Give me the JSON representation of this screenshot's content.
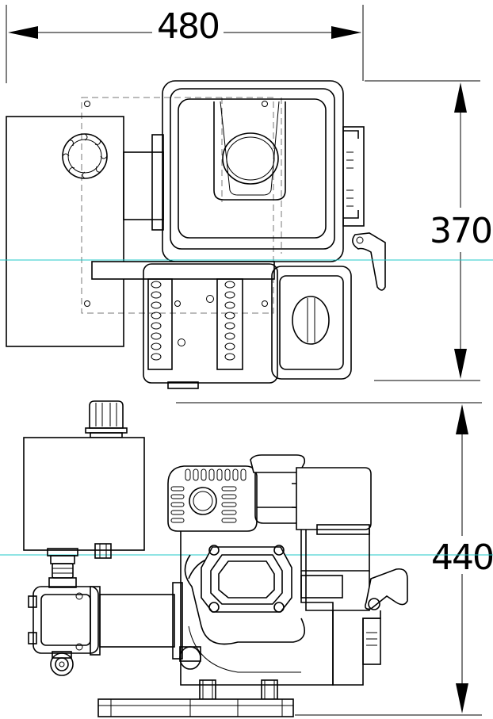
{
  "dimensions": {
    "width": "480",
    "height_top": "370",
    "height_side": "440"
  },
  "colors": {
    "line": "#000000",
    "hidden": "#777777",
    "reference_line": "#22c8c8",
    "background": "#ffffff"
  }
}
